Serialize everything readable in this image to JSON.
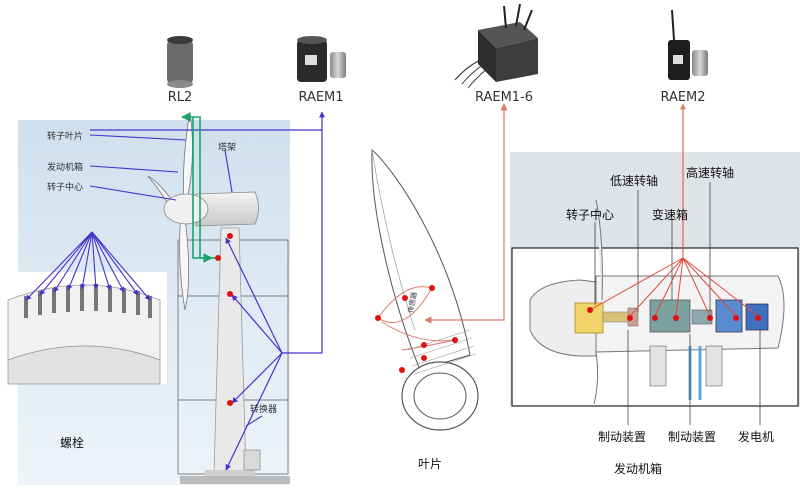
{
  "sensors": {
    "rl2": "RL2",
    "raem1": "RAEM1",
    "raem1_6": "RAEM1-6",
    "raem2": "RAEM2"
  },
  "turbine": {
    "rotor_blade": "转子叶片",
    "nacelle": "发动机箱",
    "rotor_hub": "转子中心",
    "tower": "塔架",
    "converter": "转换器",
    "bolts": "螺栓"
  },
  "blade": {
    "caption": "叶片",
    "sensor_label": "传感器"
  },
  "gearbox": {
    "low_speed_shaft": "低速转轴",
    "high_speed_shaft": "高速转轴",
    "rotor_hub": "转子中心",
    "gearbox": "变速箱",
    "brake_1": "制动装置",
    "brake_2": "制动装置",
    "generator": "发电机",
    "caption": "发动机箱"
  },
  "colors": {
    "blue_lines": "#4433cc",
    "green_line": "#1aa36a",
    "red_lines": "#e07a6a",
    "sensor_dot": "#e01010",
    "panel_bg": "#dde8f2"
  }
}
